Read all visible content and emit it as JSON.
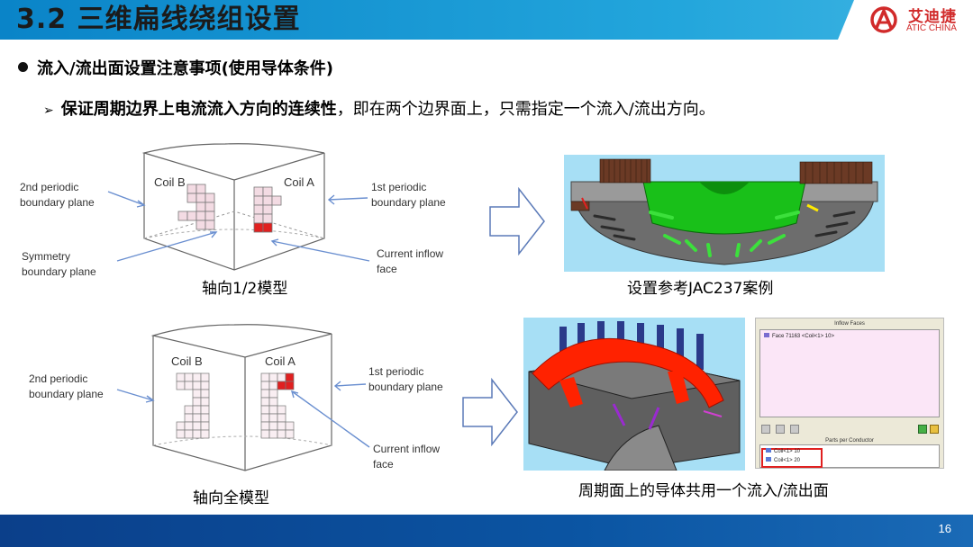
{
  "header": {
    "title": "3.2 三维扁线绕组设置",
    "logo_cn": "艾迪捷",
    "logo_en": "ATIC CHINA"
  },
  "content": {
    "bullet": "流入/流出面设置注意事项(使用导体条件)",
    "sub_bold": "保证周期边界上电流流入方向的连续性",
    "sub_rest": "，即在两个边界面上，只需指定一个流入/流出方向。"
  },
  "top_diagram": {
    "coil_b": "Coil B",
    "coil_a": "Coil A",
    "label_2nd_l1": "2nd periodic",
    "label_2nd_l2": "boundary plane",
    "label_1st_l1": "1st periodic",
    "label_1st_l2": "boundary plane",
    "label_sym_l1": "Symmetry",
    "label_sym_l2": "boundary plane",
    "label_inflow_l1": "Current inflow",
    "label_inflow_l2": "face",
    "caption": "轴向1/2模型"
  },
  "top_case": {
    "caption": "设置参考JAC237案例"
  },
  "bottom_diagram": {
    "coil_b": "Coil B",
    "coil_a": "Coil A",
    "label_2nd_l1": "2nd periodic",
    "label_2nd_l2": "boundary plane",
    "label_1st_l1": "1st periodic",
    "label_1st_l2": "boundary plane",
    "label_inflow_l1": "Current inflow",
    "label_inflow_l2": "face",
    "caption": "轴向全模型"
  },
  "bottom_case": {
    "caption": "周期面上的导体共用一个流入/流出面"
  },
  "dialog": {
    "title": "Inflow Faces",
    "face_item": "Face 71163 <Coil<1> 10>",
    "section": "Parts per Conductor",
    "part_1": "Coil<1> 10",
    "part_2": "Coil<1> 20"
  },
  "footer": {
    "page_number": "16"
  },
  "colors": {
    "title_bar": "#1a9ad6",
    "footer_bar": "#0b4a96",
    "inflow_red": "#e02020",
    "coil_pink": "#f3dbe3",
    "mesh_green": "#22cc22",
    "coil_red": "#ff2200"
  }
}
